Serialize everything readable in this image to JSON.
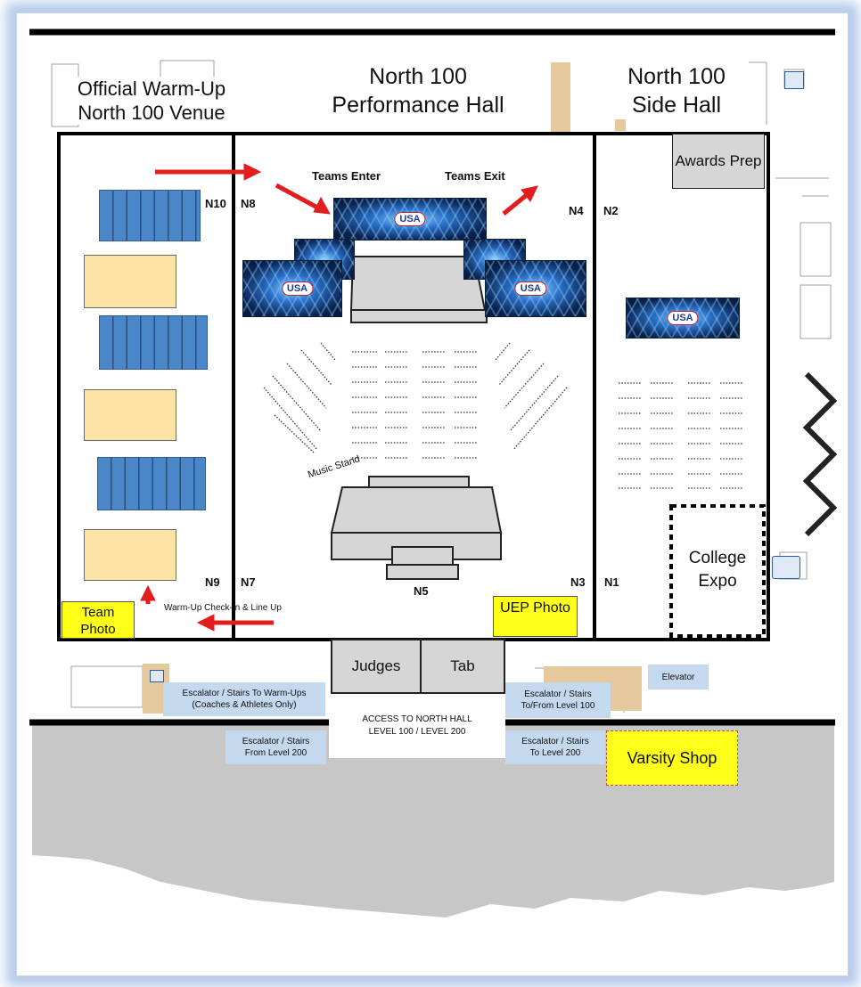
{
  "colors": {
    "walls": "#000000",
    "seating": "#4a86c8",
    "warmup_mat": "#fbe3a5",
    "stage": "#d6d6d6",
    "highlight": "#ffff1a",
    "info_tag": "#c5d9ee",
    "arrow": "#e21d1d",
    "floor_area": "#c7c7c7"
  },
  "headings": {
    "warmup_venue": "Official Warm-Up North 100 Venue",
    "performance_hall": "North 100 Performance Hall",
    "side_hall": "North 100 Side Hall"
  },
  "rooms": {
    "awards_prep": "Awards Prep",
    "college_expo": "College Expo",
    "judges": "Judges",
    "tab": "Tab",
    "team_photo": "Team Photo",
    "uep_photo": "UEP Photo",
    "varsity_shop": "Varsity Shop",
    "access_north_hall": "ACCESS TO NORTH HALL\nLEVEL 100 / LEVEL 200"
  },
  "labels": {
    "teams_enter": "Teams Enter",
    "teams_exit": "Teams Exit",
    "music_stand": "Music Stand",
    "warmup_checkin": "Warm-Up Check-In & Line Up"
  },
  "posts": {
    "n1": "N1",
    "n2": "N2",
    "n3": "N3",
    "n4": "N4",
    "n5": "N5",
    "n7": "N7",
    "n8": "N8",
    "n9": "N9",
    "n10": "N10"
  },
  "tags": {
    "escalator_warmups": "Escalator / Stairs To Warm-Ups\n(Coaches & Athletes Only)",
    "escalator_from_200": "Escalator / Stairs\nFrom Level 200",
    "escalator_to_from_100": "Escalator / Stairs\nTo/From Level 100",
    "escalator_to_200": "Escalator / Stairs\nTo Level 200",
    "elevator": "Elevator"
  },
  "screens": {
    "badge": "USA"
  }
}
